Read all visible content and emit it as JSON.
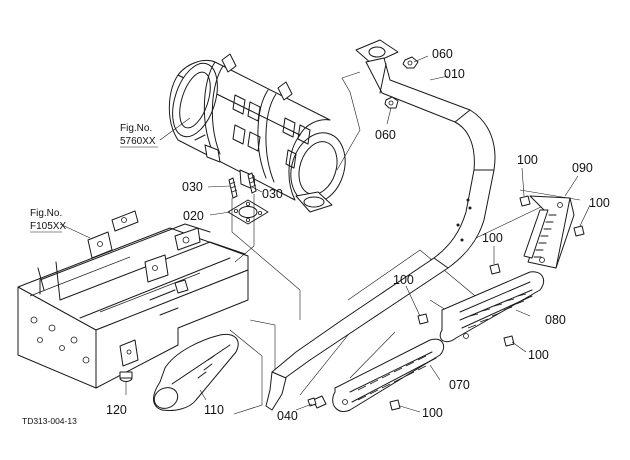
{
  "diagram": {
    "drawing_id": "TD313-004-13",
    "fig_refs": [
      {
        "line1": "Fig.No.",
        "line2": "5760XX"
      },
      {
        "line1": "Fig.No.",
        "line2": "F105XX"
      }
    ],
    "callouts": [
      {
        "id": "060",
        "part": "nut-top"
      },
      {
        "id": "010",
        "part": "exhaust-pipe"
      },
      {
        "id": "060",
        "part": "nut-lower"
      },
      {
        "id": "030",
        "part": "stud-left"
      },
      {
        "id": "030",
        "part": "stud-right"
      },
      {
        "id": "020",
        "part": "gasket"
      },
      {
        "id": "100",
        "part": "bolt-upper-left"
      },
      {
        "id": "090",
        "part": "heat-shield-upper"
      },
      {
        "id": "100",
        "part": "bolt-upper-right"
      },
      {
        "id": "100",
        "part": "bolt-middle"
      },
      {
        "id": "100",
        "part": "bolt-left"
      },
      {
        "id": "080",
        "part": "heat-shield-middle"
      },
      {
        "id": "100",
        "part": "bolt-lower-right"
      },
      {
        "id": "070",
        "part": "heat-shield-lower"
      },
      {
        "id": "100",
        "part": "bolt-bottom"
      },
      {
        "id": "040",
        "part": "clamp-bolt"
      },
      {
        "id": "110",
        "part": "tail-pipe"
      },
      {
        "id": "120",
        "part": "washer-nut"
      }
    ]
  }
}
